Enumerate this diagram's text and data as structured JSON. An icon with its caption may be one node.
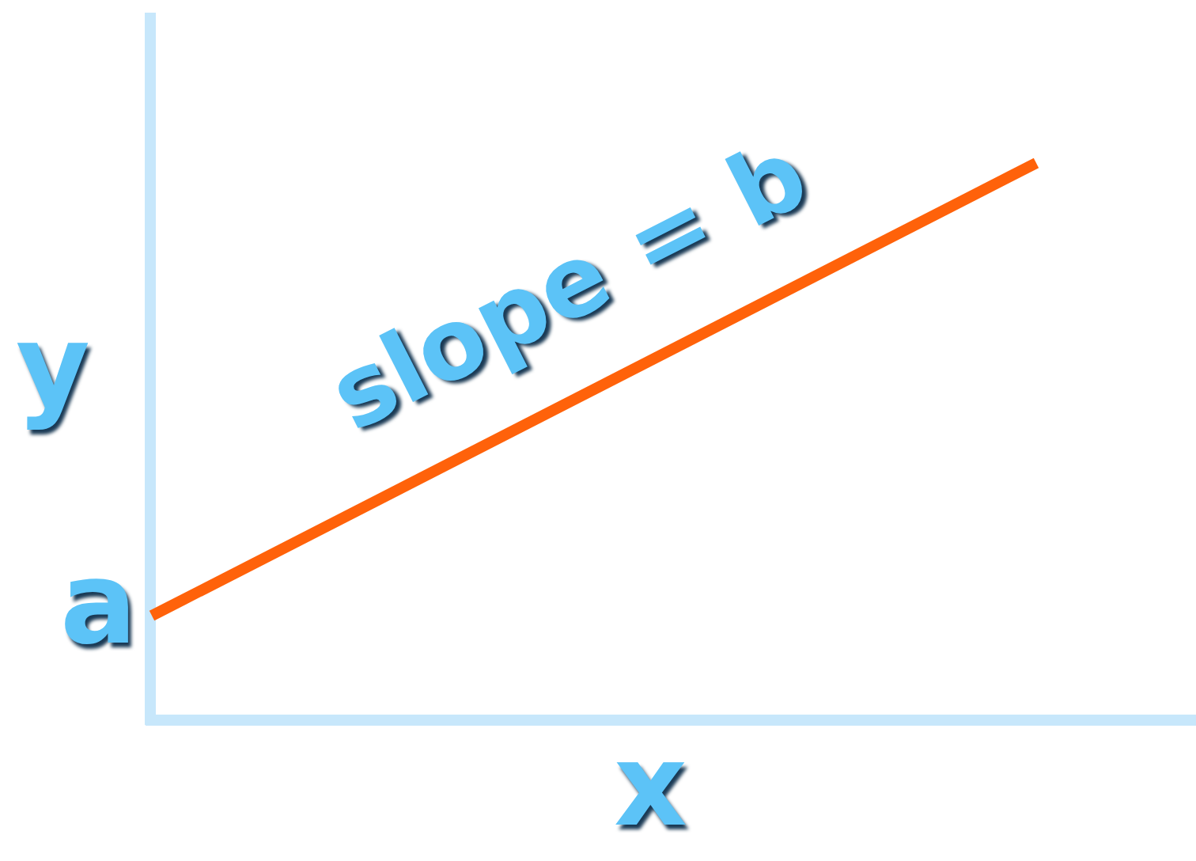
{
  "diagram": {
    "labels": [
      "slope = b",
      "y",
      "a",
      "x"
    ]
  }
}
